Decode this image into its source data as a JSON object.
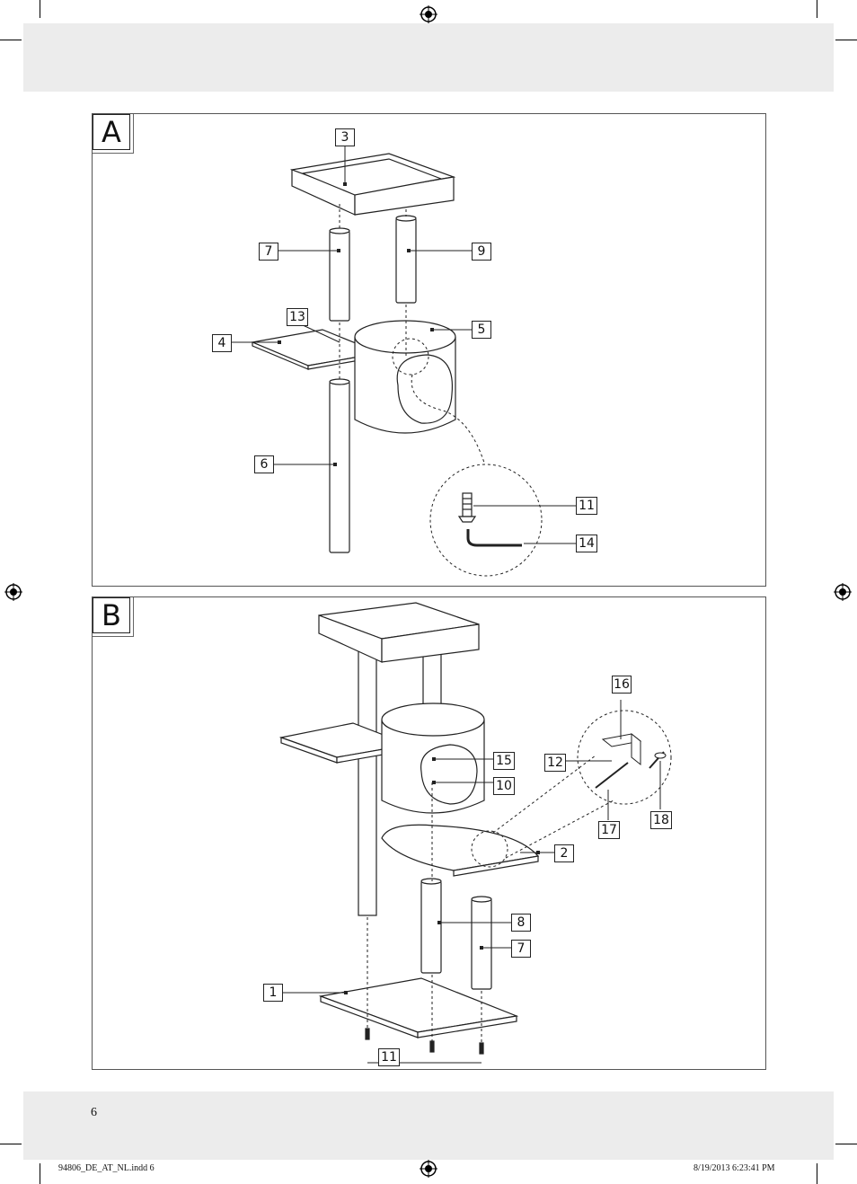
{
  "page_number": "6",
  "slug": {
    "file": "94806_DE_AT_NL.indd   6",
    "timestamp": "8/19/2013   6:23:41 PM"
  },
  "panel_a": {
    "letter": "A",
    "labels": {
      "l3": "3",
      "l7": "7",
      "l9": "9",
      "l13": "13",
      "l4": "4",
      "l5": "5",
      "l6": "6",
      "l11": "11",
      "l14": "14"
    }
  },
  "panel_b": {
    "letter": "B",
    "labels": {
      "l16": "16",
      "l15": "15",
      "l12": "12",
      "l10": "10",
      "l17": "17",
      "l18": "18",
      "l2": "2",
      "l8": "8",
      "l7": "7",
      "l1": "1",
      "l11": "11"
    }
  }
}
